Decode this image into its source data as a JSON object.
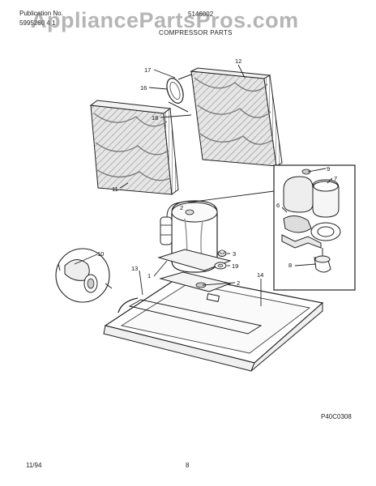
{
  "header": {
    "publication_label": "Publication No.",
    "publication_number": "5995260 4 1",
    "model": "5146002",
    "section_title": "COMPRESSOR PARTS"
  },
  "watermark": "AppliancePartsPros.com",
  "callouts": [
    "17",
    "12",
    "16",
    "18",
    "11",
    "9",
    "7",
    "6",
    "2",
    "10",
    "3",
    "13",
    "19",
    "1",
    "2",
    "14",
    "8"
  ],
  "diagram_code": "P40C0308",
  "footer": {
    "date": "11/94",
    "page": "8"
  }
}
